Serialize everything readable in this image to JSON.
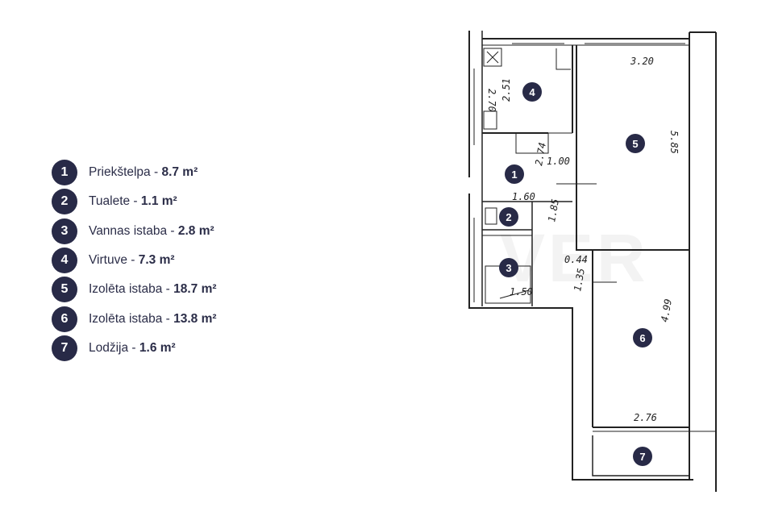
{
  "legend": {
    "items": [
      {
        "number": "1",
        "name": "Priekštelpa - ",
        "area": "8.7 m²"
      },
      {
        "number": "2",
        "name": "Tualete - ",
        "area": "1.1 m²"
      },
      {
        "number": "3",
        "name": "Vannas istaba - ",
        "area": "2.8 m²"
      },
      {
        "number": "4",
        "name": "Virtuve - ",
        "area": "7.3 m²"
      },
      {
        "number": "5",
        "name": "Izolēta istaba - ",
        "area": "18.7 m²"
      },
      {
        "number": "6",
        "name": "Izolēta istaba - ",
        "area": "13.8 m²"
      },
      {
        "number": "7",
        "name": "Lodžija - ",
        "area": "1.6 m²"
      }
    ]
  },
  "plan": {
    "room_markers": [
      "1",
      "2",
      "3",
      "4",
      "5",
      "6",
      "7"
    ],
    "dimensions": {
      "d_320": "3.20",
      "d_585": "5.85",
      "d_270": "2.70",
      "d_251": "2.51",
      "d_274": "2.74",
      "d_160": "1.60",
      "d_100": "1.00",
      "d_185": "1.85",
      "d_044": "0.44",
      "d_135": "1.35",
      "d_150": "1.50",
      "d_499": "4.99",
      "d_276": "2.76"
    },
    "watermark": "VER"
  },
  "colors": {
    "badge": "#282a47",
    "text": "#2b2d48",
    "lines": "#222222"
  }
}
